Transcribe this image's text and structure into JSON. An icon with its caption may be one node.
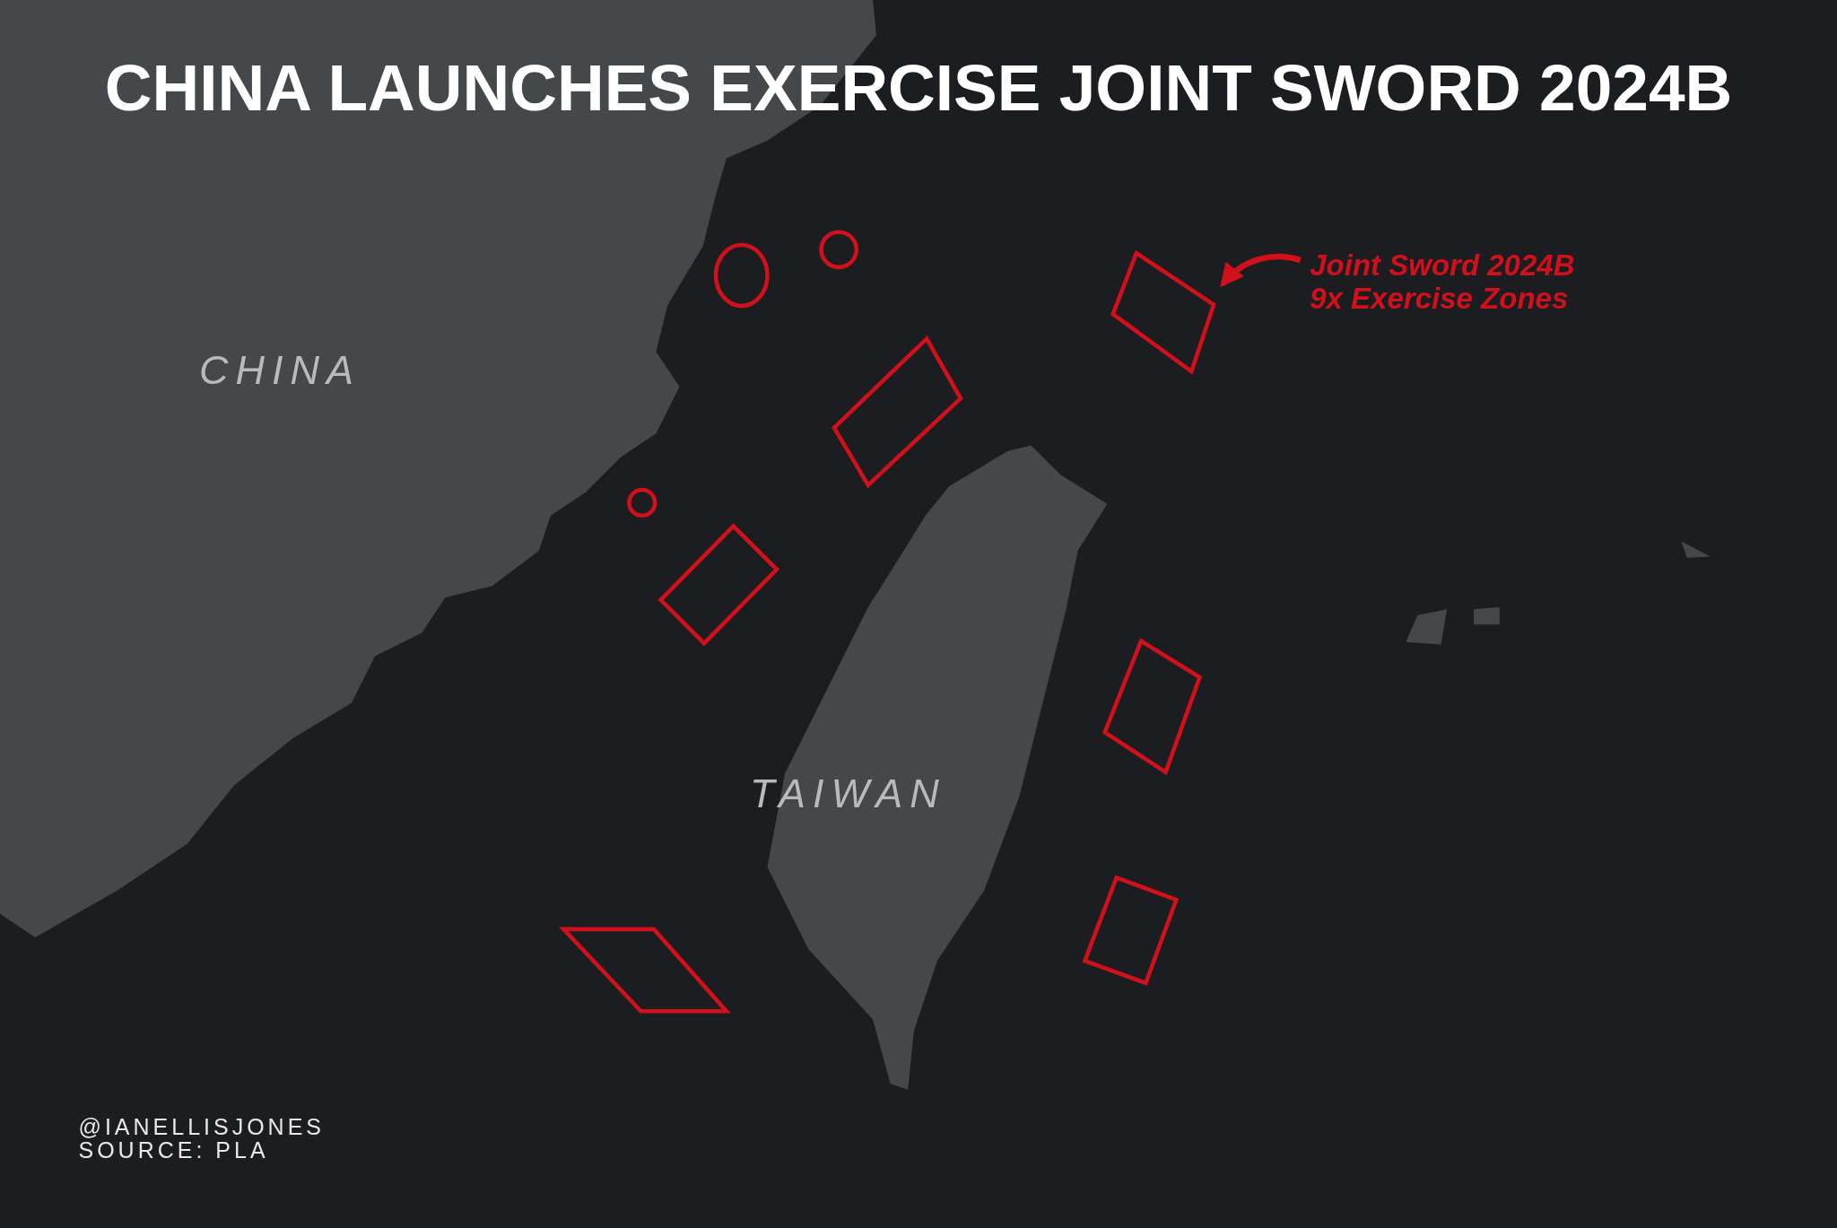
{
  "diagram": {
    "title": "CHINA LAUNCHES EXERCISE JOINT SWORD 2024B",
    "nodes": [
      {
        "text": [
          "Joint Sword 2024B 9x Exercise Zones"
        ]
      },
      {
        "text": [],
        "shape": "circle"
      },
      {
        "text": [],
        "shape": "circle"
      },
      {
        "text": [],
        "shape": "box"
      },
      {
        "text": [],
        "shape": "box"
      },
      {
        "text": [],
        "shape": "circle"
      },
      {
        "text": [],
        "shape": "box"
      },
      {
        "text": [],
        "shape": "box"
      },
      {
        "text": [],
        "shape": "box"
      },
      {
        "text": [],
        "shape": "box"
      }
    ],
    "edges": [
      {
        "from": 0,
        "to": 3,
        "arrow": "to",
        "color": "#d0101a"
      }
    ],
    "labels": [
      "CHINA",
      "TAIWAN",
      "@IANELLISJONES",
      "SOURCE: PLA"
    ]
  }
}
